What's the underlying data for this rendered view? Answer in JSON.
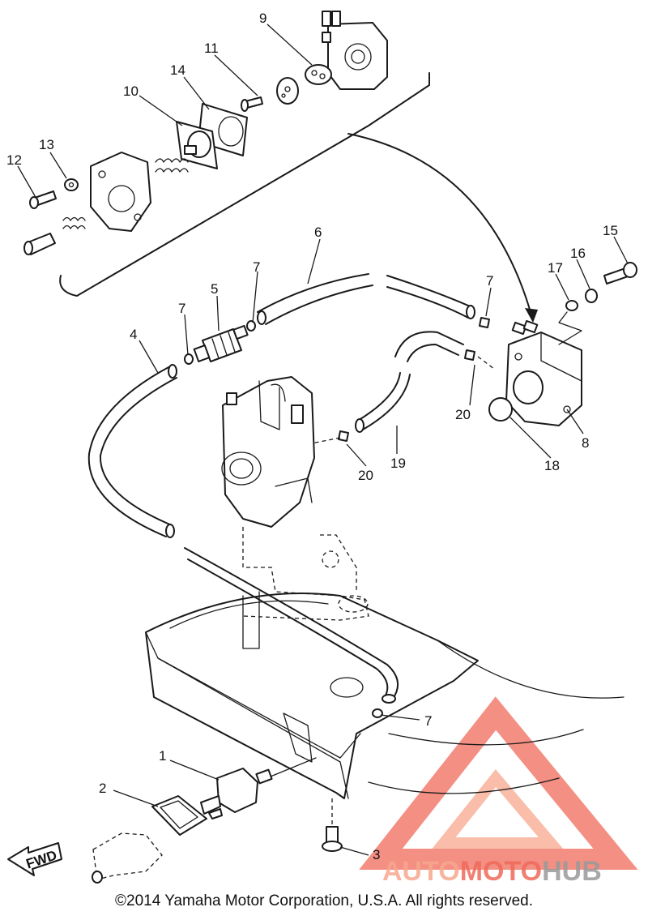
{
  "callouts": [
    {
      "num": "1"
    },
    {
      "num": "2"
    },
    {
      "num": "3"
    },
    {
      "num": "4"
    },
    {
      "num": "5"
    },
    {
      "num": "6"
    },
    {
      "num": "7"
    },
    {
      "num": "7"
    },
    {
      "num": "7"
    },
    {
      "num": "7"
    },
    {
      "num": "7"
    },
    {
      "num": "8"
    },
    {
      "num": "9"
    },
    {
      "num": "10"
    },
    {
      "num": "11"
    },
    {
      "num": "12"
    },
    {
      "num": "13"
    },
    {
      "num": "14"
    },
    {
      "num": "15"
    },
    {
      "num": "16"
    },
    {
      "num": "17"
    },
    {
      "num": "18"
    },
    {
      "num": "19"
    },
    {
      "num": "20"
    },
    {
      "num": "20"
    }
  ],
  "fwd_label": "FWD",
  "watermark": {
    "part1": "AUTO",
    "part2": "MOTO",
    "part3": "HUB",
    "color_light": "#f7a78e",
    "color_mid": "#f06a5a",
    "color_gray": "#9a9a9a"
  },
  "copyright": "©2014 Yamaha Motor Corporation, U.S.A. All rights reserved."
}
